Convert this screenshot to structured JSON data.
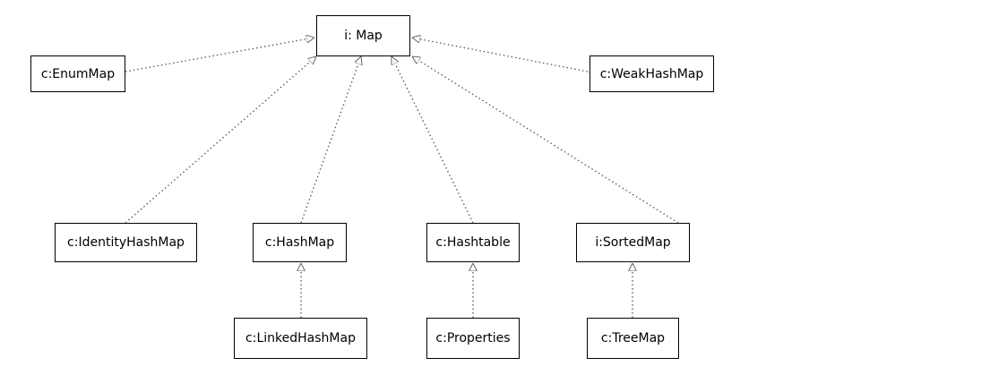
{
  "diagram": {
    "nodes": {
      "map": "i: Map",
      "enummap": "c:EnumMap",
      "weakhashmap": "c:WeakHashMap",
      "identityhashmap": "c:IdentityHashMap",
      "hashmap": "c:HashMap",
      "hashtable": "c:Hashtable",
      "sortedmap": "i:SortedMap",
      "linkedhashmap": "c:LinkedHashMap",
      "properties": "c:Properties",
      "treemap": "c:TreeMap"
    },
    "edges": [
      {
        "from": "enummap",
        "to": "map",
        "style": "dotted",
        "arrowhead": "hollow-triangle"
      },
      {
        "from": "weakhashmap",
        "to": "map",
        "style": "dotted",
        "arrowhead": "hollow-triangle"
      },
      {
        "from": "identityhashmap",
        "to": "map",
        "style": "dotted",
        "arrowhead": "hollow-triangle"
      },
      {
        "from": "hashmap",
        "to": "map",
        "style": "dotted",
        "arrowhead": "hollow-triangle"
      },
      {
        "from": "hashtable",
        "to": "map",
        "style": "dotted",
        "arrowhead": "hollow-triangle"
      },
      {
        "from": "sortedmap",
        "to": "map",
        "style": "dotted",
        "arrowhead": "hollow-triangle"
      },
      {
        "from": "linkedhashmap",
        "to": "hashmap",
        "style": "dotted",
        "arrowhead": "hollow-triangle"
      },
      {
        "from": "properties",
        "to": "hashtable",
        "style": "dotted",
        "arrowhead": "hollow-triangle"
      },
      {
        "from": "treemap",
        "to": "sortedmap",
        "style": "dotted",
        "arrowhead": "hollow-triangle"
      }
    ],
    "colors": {
      "line": "#555555",
      "border": "#000000",
      "background": "#ffffff"
    }
  }
}
